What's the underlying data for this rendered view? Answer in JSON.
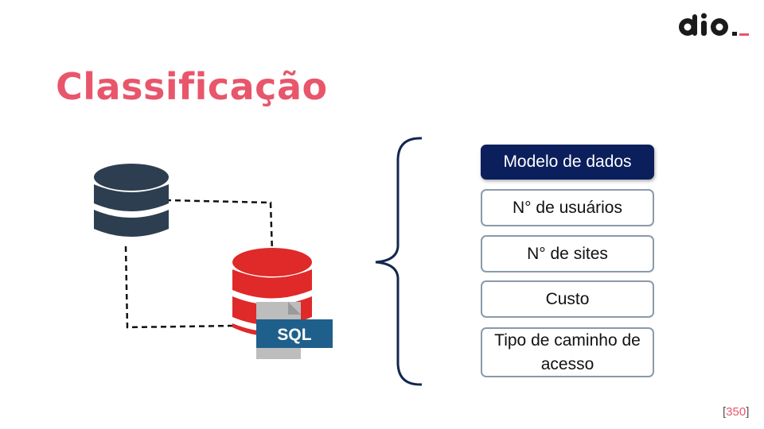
{
  "logo": {
    "text": "dio"
  },
  "title": "Classificação",
  "illustration": {
    "badge_text": "SQL"
  },
  "items": [
    {
      "label": "Modelo de dados",
      "active": true
    },
    {
      "label": "N° de usuários",
      "active": false
    },
    {
      "label": "N° de sites",
      "active": false
    },
    {
      "label": "Custo",
      "active": false
    },
    {
      "label": "Tipo de caminho de acesso",
      "active": false
    }
  ],
  "page_number": {
    "open": "[",
    "value": "350",
    "close": "]"
  },
  "colors": {
    "title": "#e8566b",
    "active_item": "#0b1f5c",
    "db_dark": "#2d3e50",
    "db_red": "#e02929",
    "badge": "#1f5f8b"
  }
}
